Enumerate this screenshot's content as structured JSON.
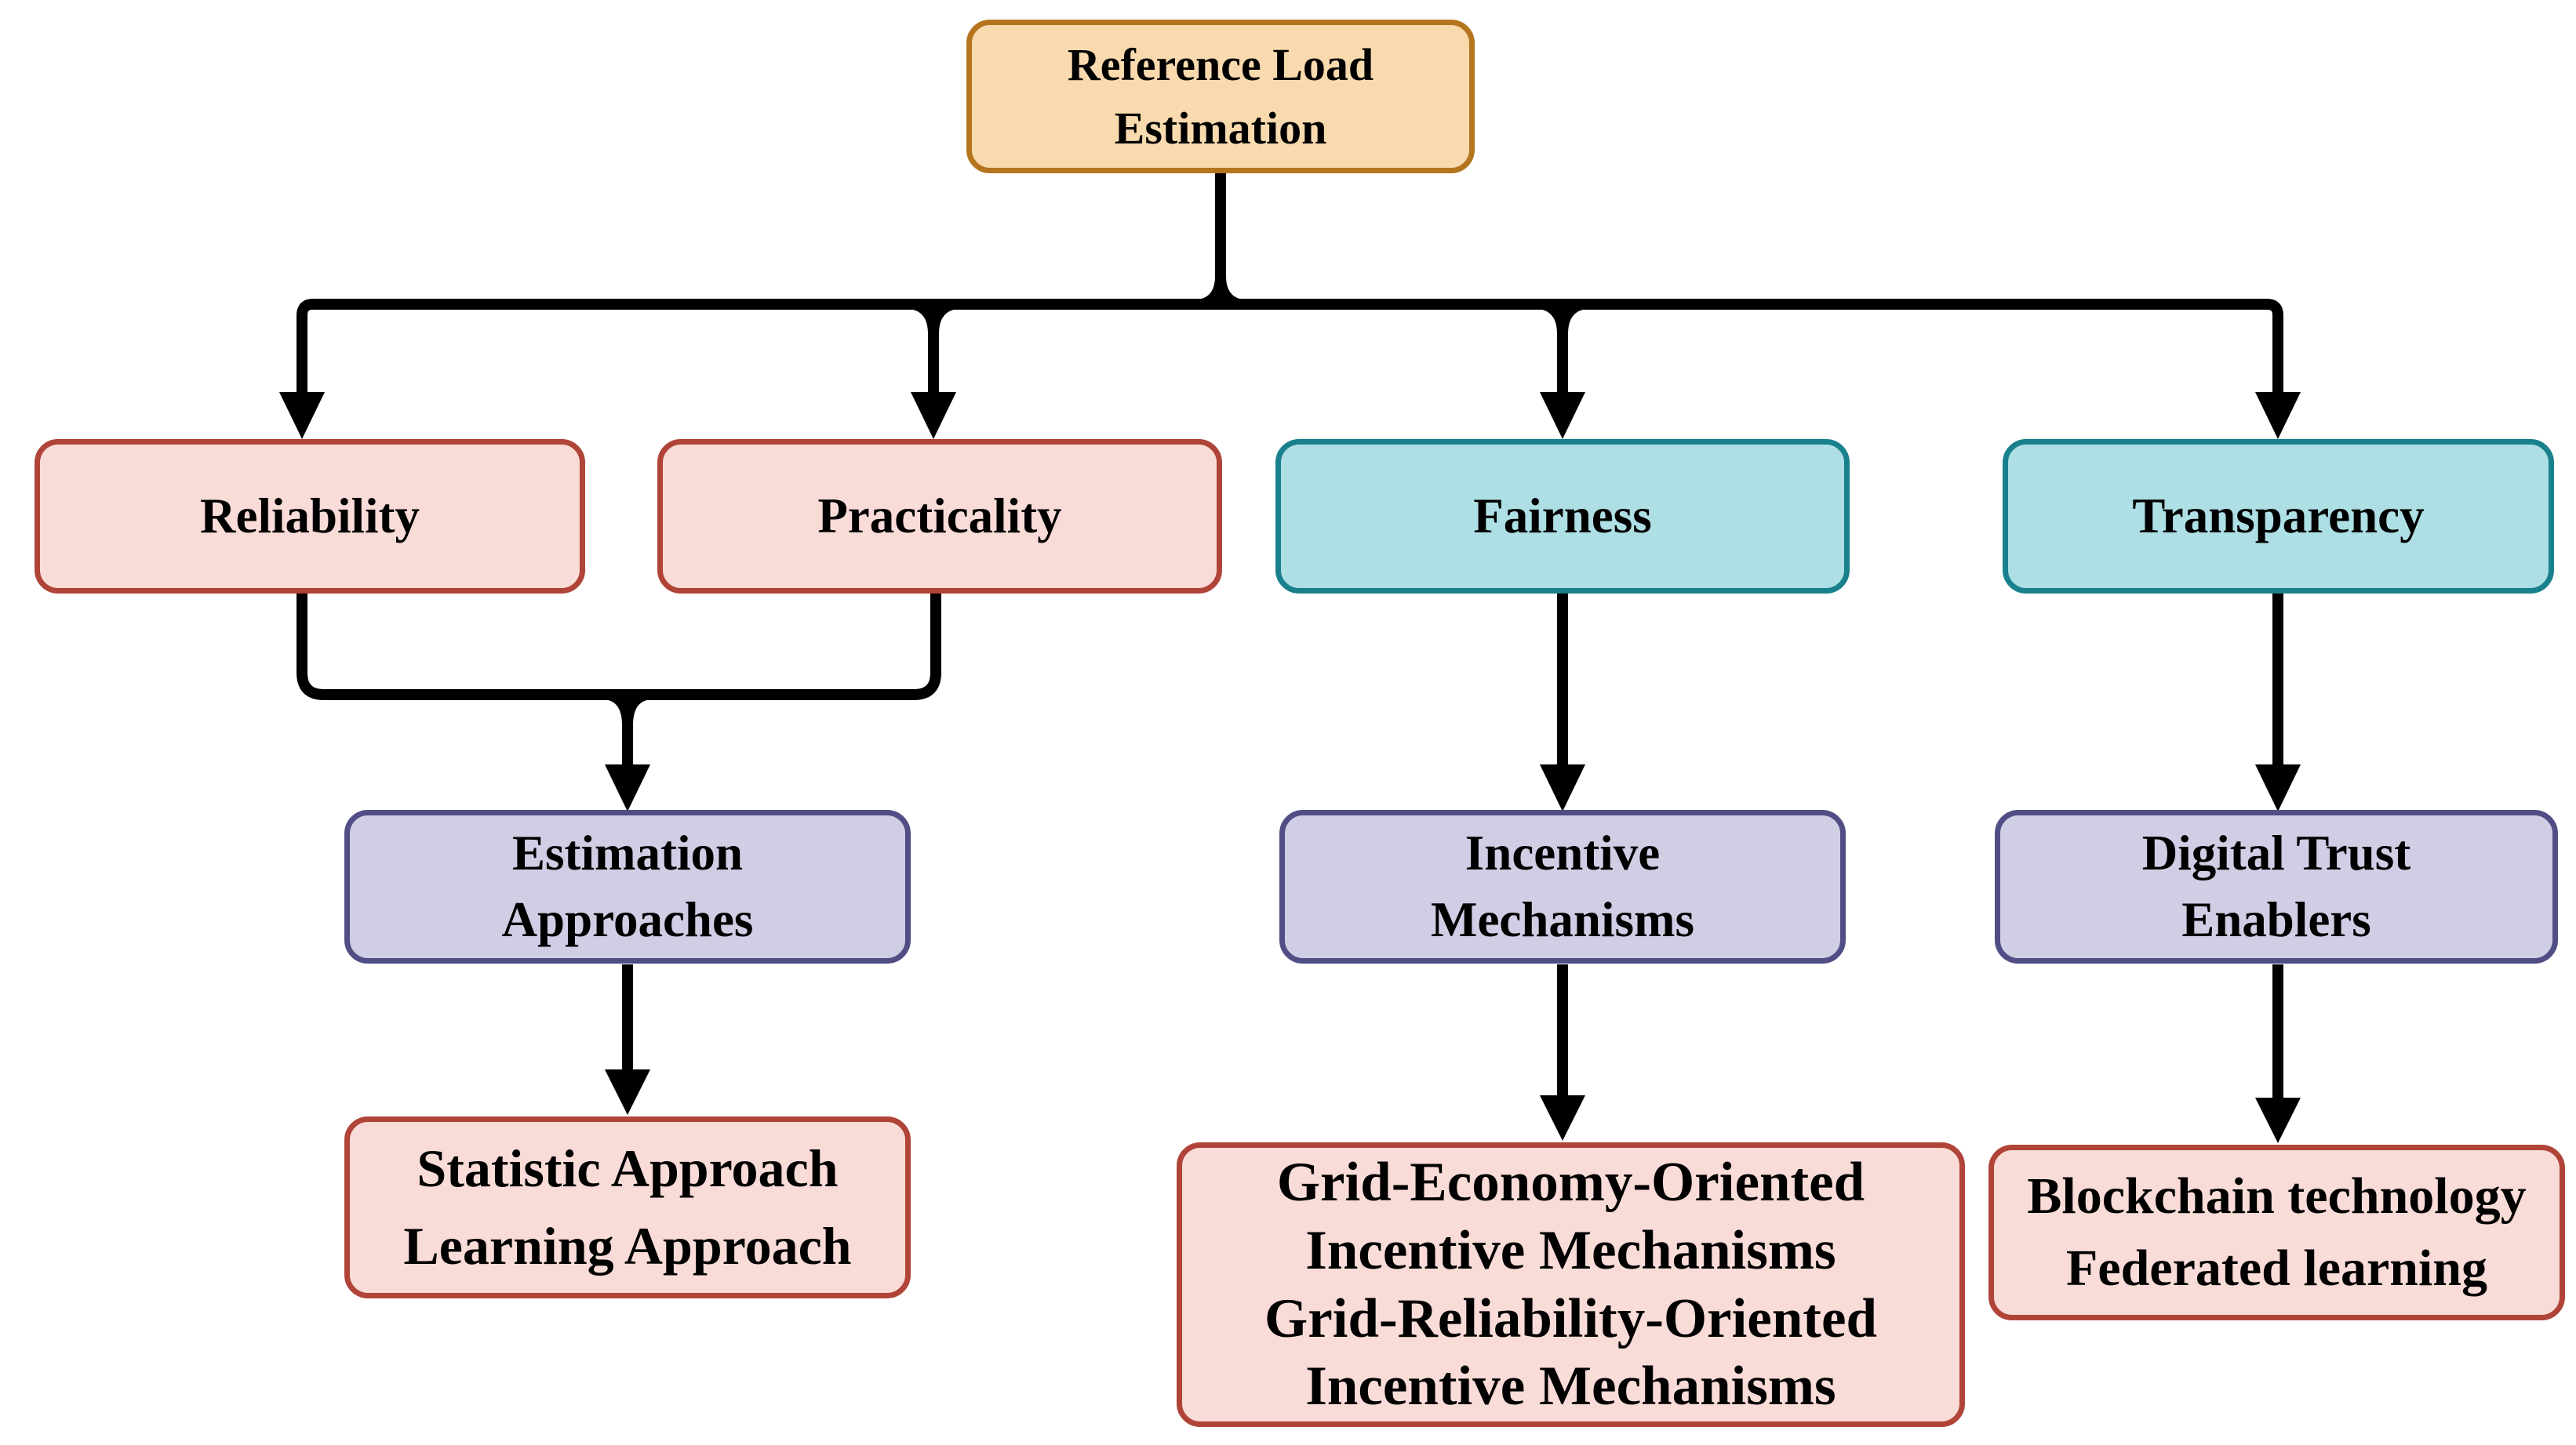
{
  "colors": {
    "background": "#ffffff",
    "connector": "#000000",
    "text": "#000000",
    "orange_fill": "#F8DAAE",
    "orange_border": "#B5741E",
    "pink_fill": "#F9DCD7",
    "pink_border": "#B04438",
    "teal_fill": "#ADDFE4",
    "teal_border": "#19808D",
    "lavender_fill": "#CFCEE4",
    "lavender_border": "#514E86"
  },
  "nodes": {
    "reference": {
      "style": "orange",
      "lines": [
        "Reference Load",
        "Estimation"
      ]
    },
    "reliability": {
      "style": "pink",
      "lines": [
        "Reliability"
      ]
    },
    "practicality": {
      "style": "pink",
      "lines": [
        "Practicality"
      ]
    },
    "fairness": {
      "style": "teal",
      "lines": [
        "Fairness"
      ]
    },
    "transparency": {
      "style": "teal",
      "lines": [
        "Transparency"
      ]
    },
    "estimation_approaches": {
      "style": "lavender",
      "lines": [
        "Estimation",
        "Approaches"
      ]
    },
    "incentive_mechanisms": {
      "style": "lavender",
      "lines": [
        "Incentive",
        "Mechanisms"
      ]
    },
    "digital_trust_enablers": {
      "style": "lavender",
      "lines": [
        "Digital Trust",
        "Enablers"
      ]
    },
    "approaches_list": {
      "style": "pink",
      "lines": [
        "Statistic Approach",
        "Learning Approach"
      ]
    },
    "incentive_list": {
      "style": "pink",
      "lines": [
        "Grid-Economy-Oriented",
        "Incentive Mechanisms",
        "Grid-Reliability-Oriented",
        "Incentive Mechanisms"
      ]
    },
    "trust_list": {
      "style": "pink",
      "lines": [
        "Blockchain technology",
        "Federated learning"
      ]
    }
  },
  "edges": [
    {
      "from": "reference",
      "to": "reliability"
    },
    {
      "from": "reference",
      "to": "practicality"
    },
    {
      "from": "reference",
      "to": "fairness"
    },
    {
      "from": "reference",
      "to": "transparency"
    },
    {
      "from": "reliability",
      "to": "estimation_approaches"
    },
    {
      "from": "practicality",
      "to": "estimation_approaches"
    },
    {
      "from": "fairness",
      "to": "incentive_mechanisms"
    },
    {
      "from": "transparency",
      "to": "digital_trust_enablers"
    },
    {
      "from": "estimation_approaches",
      "to": "approaches_list"
    },
    {
      "from": "incentive_mechanisms",
      "to": "incentive_list"
    },
    {
      "from": "digital_trust_enablers",
      "to": "trust_list"
    }
  ]
}
